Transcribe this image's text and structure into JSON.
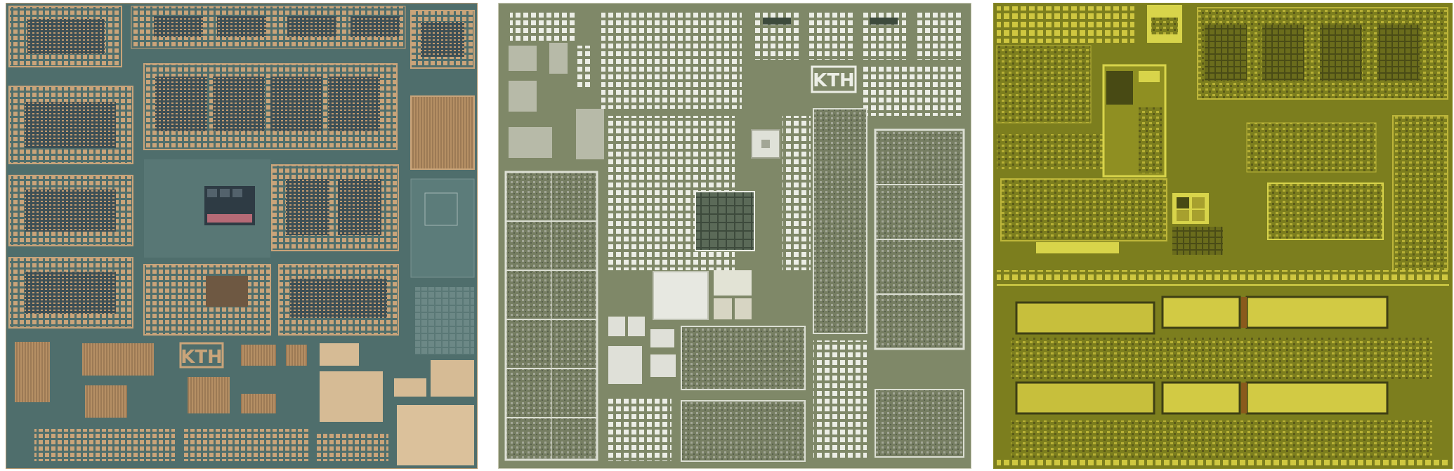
{
  "figure": {
    "panels": [
      {
        "id": "die-1",
        "logo_text": "KTH"
      },
      {
        "id": "die-2",
        "logo_text": "KTH"
      },
      {
        "id": "die-3"
      }
    ]
  },
  "colors": {
    "die1_substrate": "#4f6e6c",
    "die1_pads": "#c9a47a",
    "die2_substrate": "#7f8868",
    "die2_pads": "#eceee6",
    "die3_substrate": "#7c7e1e",
    "die3_metal": "#d8d44a"
  }
}
